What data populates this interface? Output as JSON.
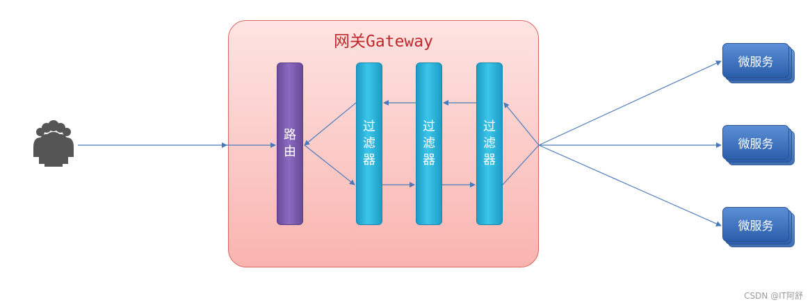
{
  "gateway": {
    "title": "网关Gateway"
  },
  "route": {
    "label": "路由"
  },
  "filters": [
    {
      "label": "过滤器"
    },
    {
      "label": "过滤器"
    },
    {
      "label": "过滤器"
    }
  ],
  "services": [
    {
      "label": "微服务"
    },
    {
      "label": "微服务"
    },
    {
      "label": "微服务"
    }
  ],
  "watermark": "CSDN @IT阿舒",
  "colors": {
    "gateway_fill": "#fbc9c6",
    "gateway_title": "#c0292b",
    "route": "#7b5bb3",
    "filter": "#2fb8e0",
    "service": "#3a6fbf",
    "arrow": "#4a7ab8"
  },
  "icons": {
    "users": "users-group-icon"
  }
}
